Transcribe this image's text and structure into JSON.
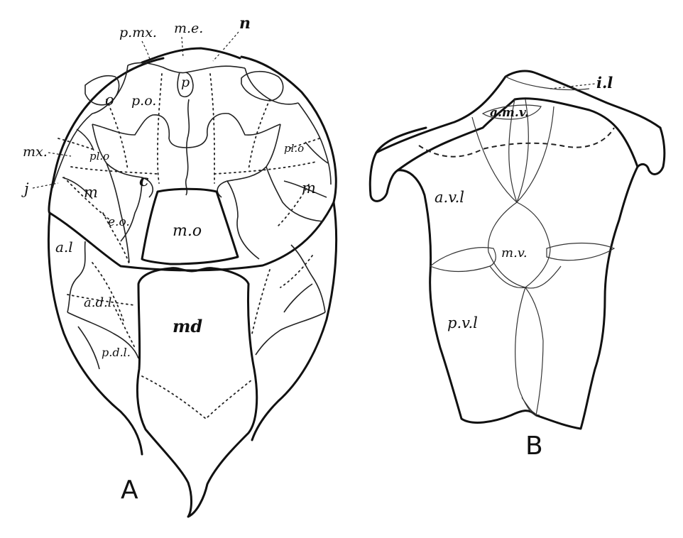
{
  "figure_a": {
    "label": "A",
    "plates": {
      "pmx": "p.mx.",
      "me": "m.e.",
      "n": "n",
      "p": "p",
      "o": "o",
      "po": "p.o.",
      "mx": "mx.",
      "plo_left": "pl.o",
      "plo_right": "pl.o",
      "j": "j",
      "m_left": "m",
      "m_right": "m",
      "c": "c",
      "eo": "e.o.",
      "mo": "m.o",
      "al": "a.l",
      "adl": "a.d.l",
      "md": "md",
      "pdl": "p.d.l."
    }
  },
  "figure_b": {
    "label": "B",
    "plates": {
      "il": "i.l",
      "amv": "a.m.v.",
      "avl": "a.v.l",
      "mv": "m.v.",
      "pvl": "p.v.l"
    }
  }
}
